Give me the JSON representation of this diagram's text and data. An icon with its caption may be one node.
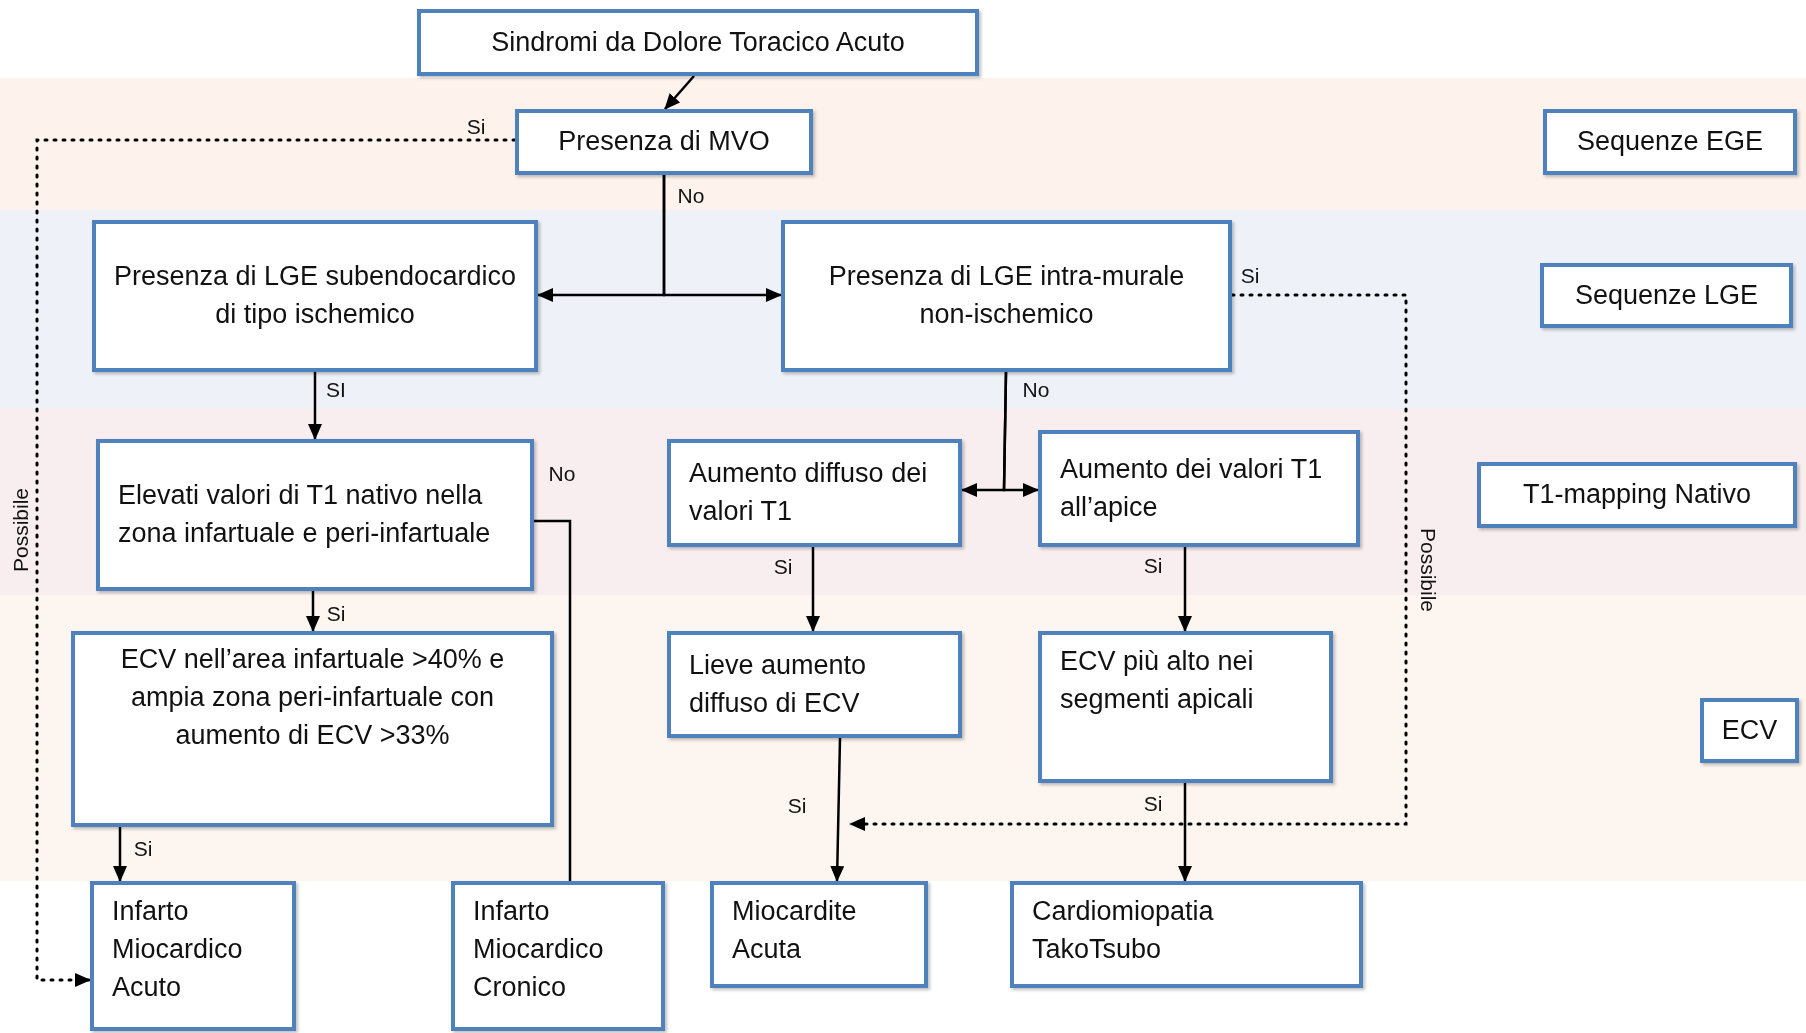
{
  "diagram": {
    "nodes": [
      {
        "text": [
          "Sindromi da Dolore Toracico Acuto"
        ]
      },
      {
        "text": [
          "Presenza di MVO"
        ]
      },
      {
        "text": [
          "Sequenze EGE"
        ]
      },
      {
        "text": [
          "Presenza di LGE subendocardico di tipo ischemico"
        ]
      },
      {
        "text": [
          "Presenza di LGE intra-murale non-ischemico"
        ]
      },
      {
        "text": [
          "Sequenze LGE"
        ]
      },
      {
        "text": [
          "Elevati valori di T1 nativo nella zona infartuale e peri-infartuale"
        ]
      },
      {
        "text": [
          "Aumento diffuso dei valori T1"
        ]
      },
      {
        "text": [
          "Aumento dei valori T1 all’apice"
        ]
      },
      {
        "text": [
          "T1-mapping Nativo"
        ]
      },
      {
        "text": [
          "ECV nell’area infartuale >40% e ampia zona peri-infartuale con aumento di ECV >33%"
        ]
      },
      {
        "text": [
          "Lieve aumento diffuso di ECV"
        ]
      },
      {
        "text": [
          "ECV più alto nei segmenti apicali"
        ]
      },
      {
        "text": [
          "ECV"
        ]
      },
      {
        "text": [
          "Infarto Miocardico Acuto"
        ]
      },
      {
        "text": [
          "Infarto Miocardico Cronico"
        ]
      },
      {
        "text": [
          "Miocardite Acuta"
        ]
      },
      {
        "text": [
          "Cardiomiopatia TakoTsubo"
        ]
      }
    ],
    "edges": [
      {
        "from": 0,
        "to": 1,
        "arrow": "to"
      },
      {
        "from": 1,
        "to": 14,
        "arrow": "to",
        "label": "Si",
        "style": "dashed"
      },
      {
        "from": 1,
        "to": 3,
        "arrow": "to",
        "label": "No"
      },
      {
        "from": 1,
        "to": 4,
        "arrow": "to"
      },
      {
        "from": 3,
        "to": 6,
        "arrow": "to",
        "label": "SI"
      },
      {
        "from": 6,
        "to": 10,
        "arrow": "to",
        "label": "Si"
      },
      {
        "from": 6,
        "to": 15,
        "arrow": "none",
        "label": "No"
      },
      {
        "from": 10,
        "to": 14,
        "arrow": "to",
        "label": "Si"
      },
      {
        "from": 4,
        "to": 7,
        "arrow": "to",
        "label": "No"
      },
      {
        "from": 4,
        "to": 8,
        "arrow": "to"
      },
      {
        "from": 7,
        "to": 11,
        "arrow": "to",
        "label": "Si"
      },
      {
        "from": 8,
        "to": 12,
        "arrow": "to",
        "label": "Si"
      },
      {
        "from": 11,
        "to": 16,
        "arrow": "to",
        "label": "Si"
      },
      {
        "from": 12,
        "to": 17,
        "arrow": "to",
        "label": "Si"
      },
      {
        "from": 4,
        "to": 16,
        "arrow": "to",
        "label": "Si",
        "style": "dashed"
      }
    ],
    "labels": [
      "Possibile",
      "Possibile"
    ]
  }
}
